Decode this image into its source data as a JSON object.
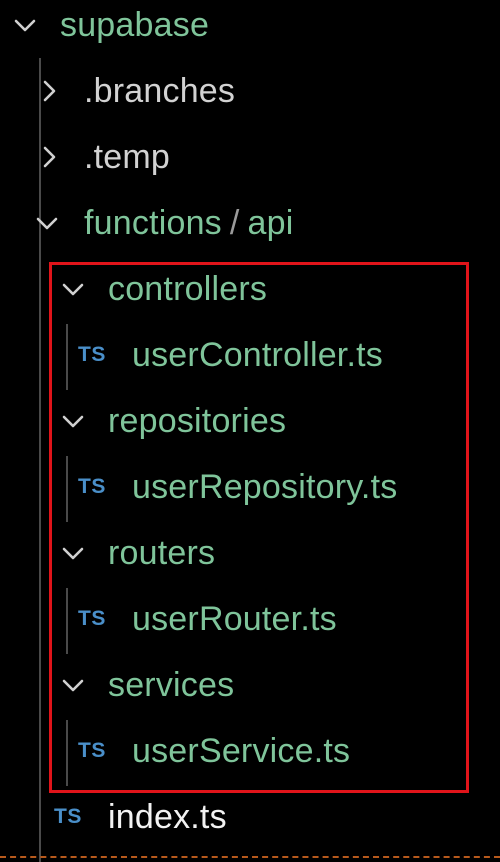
{
  "tree": {
    "root": {
      "label": "supabase",
      "expanded": true
    },
    "branches": {
      "label": ".branches",
      "expanded": false
    },
    "temp": {
      "label": ".temp",
      "expanded": false
    },
    "functions": {
      "label_part1": "functions",
      "separator": "/",
      "label_part2": "api",
      "expanded": true
    },
    "controllers": {
      "label": "controllers",
      "file": "userController.ts"
    },
    "repositories": {
      "label": "repositories",
      "file": "userRepository.ts"
    },
    "routers": {
      "label": "routers",
      "file": "userRouter.ts"
    },
    "services": {
      "label": "services",
      "file": "userService.ts"
    },
    "index_file": "index.ts",
    "ts_badge": "TS"
  },
  "colors": {
    "folder_text": "#7fc49a",
    "closed_folder_text": "#d2d2d2",
    "ts_badge": "#4a8fc9",
    "highlight_border": "#e0141a"
  },
  "icons": {
    "expanded": "chevron-down-icon",
    "collapsed": "chevron-right-icon",
    "typescript": "typescript-file-icon"
  }
}
